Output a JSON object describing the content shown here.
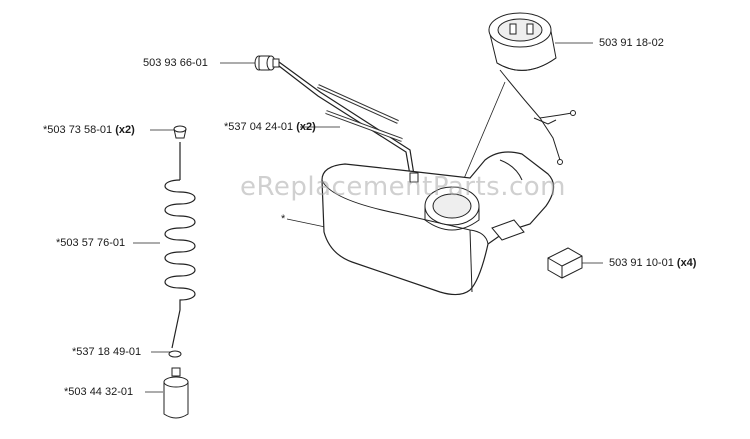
{
  "watermark": "eReplacementParts.com",
  "parts": [
    {
      "id": "fuel-line",
      "number": "503 93 66-01",
      "qty": ""
    },
    {
      "id": "fuel-cap",
      "number": "503 91 18-02",
      "qty": ""
    },
    {
      "id": "tube",
      "number": "*537 04 24-01",
      "qty": "(x2)"
    },
    {
      "id": "grommet",
      "number": "*503 73 58-01",
      "qty": "(x2)"
    },
    {
      "id": "coil-hose",
      "number": "*503 57 76-01",
      "qty": ""
    },
    {
      "id": "tank",
      "number": "*",
      "qty": ""
    },
    {
      "id": "rubber-pad",
      "number": "503 91 10-01",
      "qty": "(x4)"
    },
    {
      "id": "washer",
      "number": "*537 18 49-01",
      "qty": ""
    },
    {
      "id": "filter",
      "number": "*503 44 32-01",
      "qty": ""
    }
  ]
}
